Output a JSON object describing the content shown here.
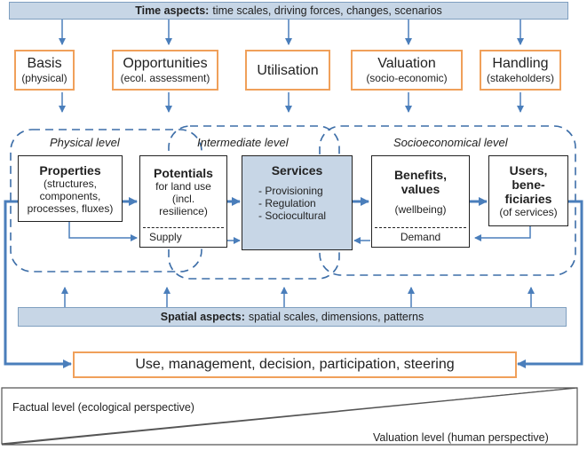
{
  "time_bar": {
    "bold": "Time aspects:",
    "text": "time scales, driving forces, changes, scenarios"
  },
  "categories": [
    {
      "title": "Basis",
      "sub": "(physical)"
    },
    {
      "title": "Opportunities",
      "sub": "(ecol. assessment)"
    },
    {
      "title": "Utilisation",
      "sub": ""
    },
    {
      "title": "Valuation",
      "sub": "(socio-economic)"
    },
    {
      "title": "Handling",
      "sub": "(stakeholders)"
    }
  ],
  "levels": {
    "physical": "Physical level",
    "intermediate": "Intermediate level",
    "socioeconomical": "Socioeconomical level"
  },
  "boxes": {
    "properties": {
      "title": "Properties",
      "lines": [
        "(structures,",
        "components,",
        "processes, fluxes)"
      ]
    },
    "potentials": {
      "title": "Potentials",
      "lines": [
        "for land use",
        "(incl.",
        "resilience)"
      ],
      "bottom": "Supply"
    },
    "services": {
      "title": "Services",
      "lines": [
        "- Provisioning",
        "- Regulation",
        "- Sociocultural"
      ]
    },
    "benefits": {
      "title_lines": [
        "Benefits,",
        "values"
      ],
      "sub": "(wellbeing)",
      "bottom": "Demand"
    },
    "users": {
      "title_lines": [
        "Users,",
        "bene-",
        "ficiaries"
      ],
      "sub": "(of services)"
    }
  },
  "spatial_bar": {
    "bold": "Spatial aspects:",
    "text": "spatial scales, dimensions, patterns"
  },
  "use_box": "Use, management, decision, participation, steering",
  "factual": "Factual level (ecological perspective)",
  "valuation_level": "Valuation level (human perspective)",
  "colors": {
    "arrow": "#4a7ebb",
    "orange": "#f0a05a",
    "bar_fill": "#c7d6e6",
    "dashed": "#3d6ea8"
  }
}
